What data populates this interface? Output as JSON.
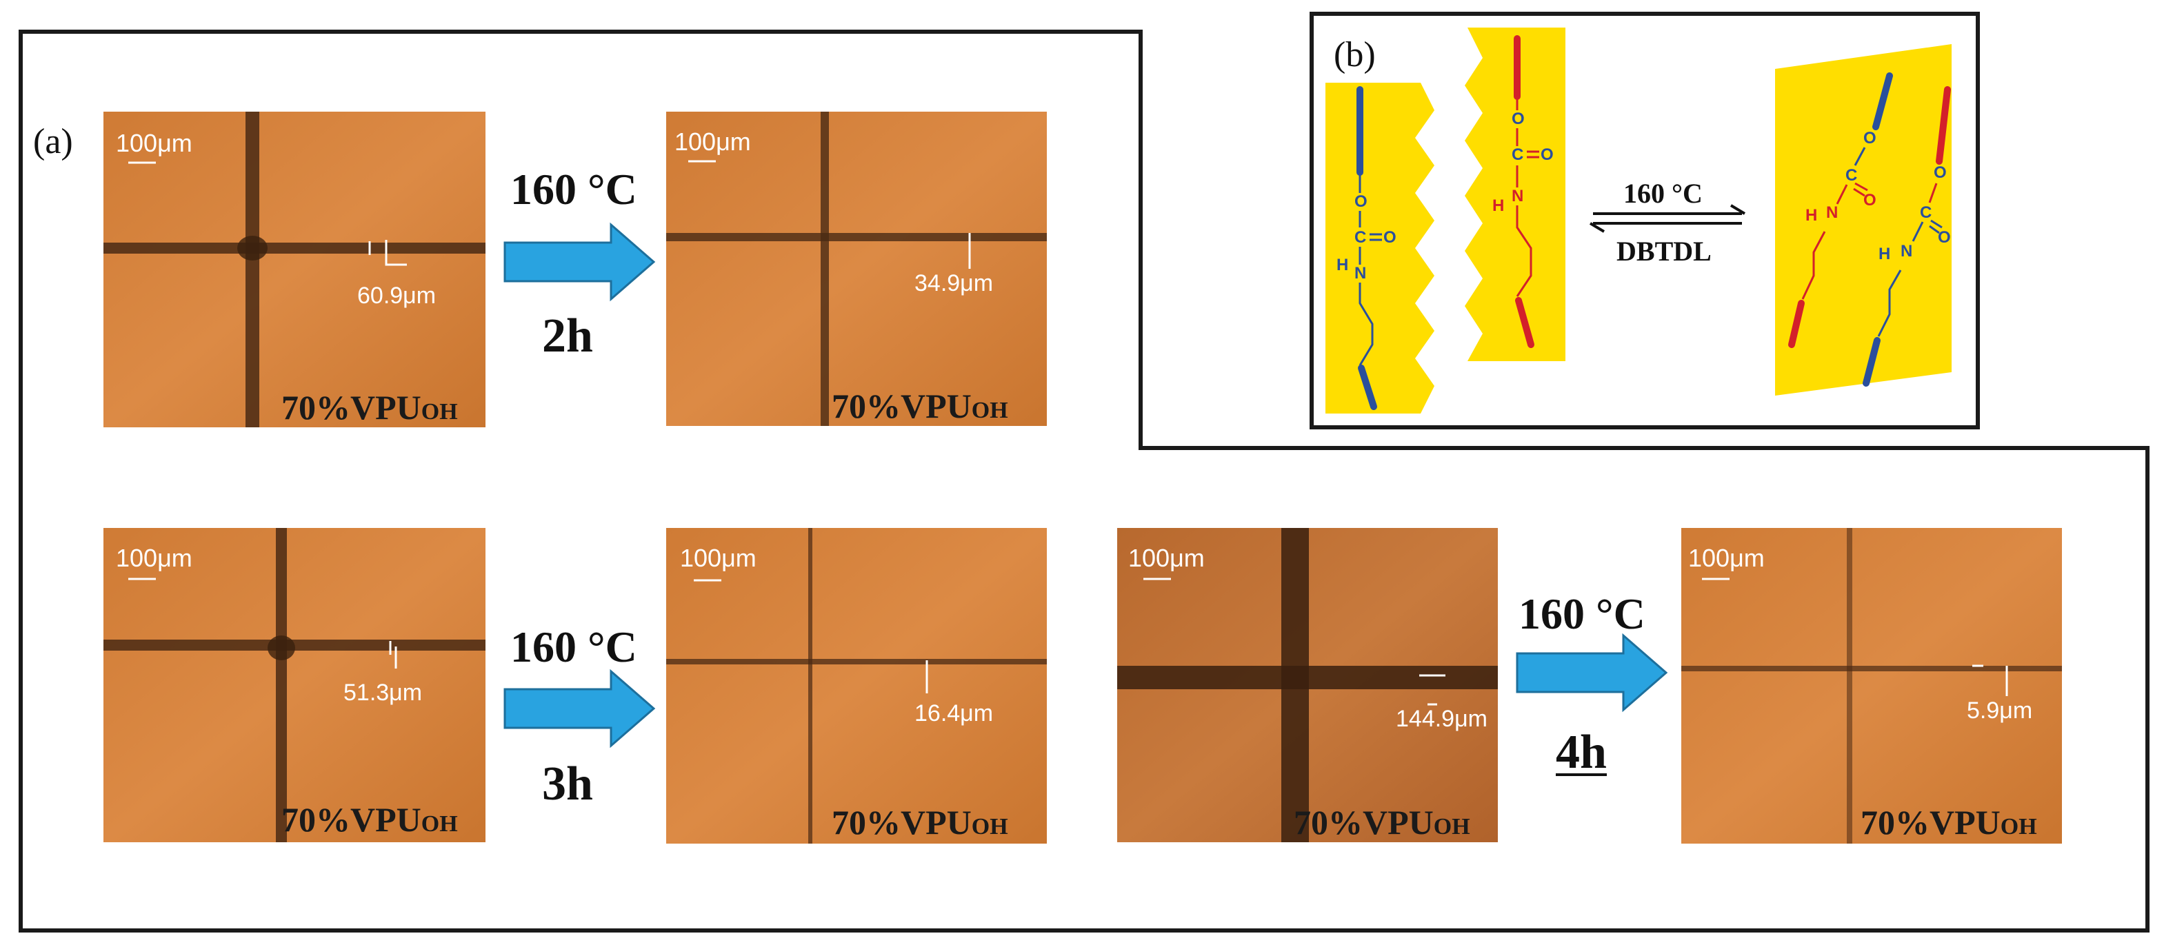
{
  "panel_a": {
    "label": "(a)",
    "scale_bar": "100μm",
    "sample_label": "70%VPU",
    "sample_subscript": "OH",
    "rows": [
      {
        "temperature": "160 °C",
        "time": "2h",
        "before_width": "60.9μm",
        "after_width": "34.9μm"
      },
      {
        "temperature": "160 °C",
        "time": "3h",
        "before_width": "51.3μm",
        "after_width": "16.4μm"
      },
      {
        "temperature": "160 °C",
        "time": "4h",
        "before_width": "144.9μm",
        "after_width": "5.9μm"
      }
    ]
  },
  "panel_b": {
    "label": "(b)",
    "forward_condition": "160 °C",
    "reverse_condition": "DBTDL",
    "atoms": {
      "nitrogen": "N",
      "hydrogen": "H",
      "carbon": "C",
      "oxygen": "O"
    }
  },
  "colors": {
    "micrograph": "#d8843d",
    "arrow": "#29a3e0",
    "polymer_sheet": "#ffde00",
    "chain_blue": "#2a4f9c",
    "chain_red": "#d3202a"
  }
}
